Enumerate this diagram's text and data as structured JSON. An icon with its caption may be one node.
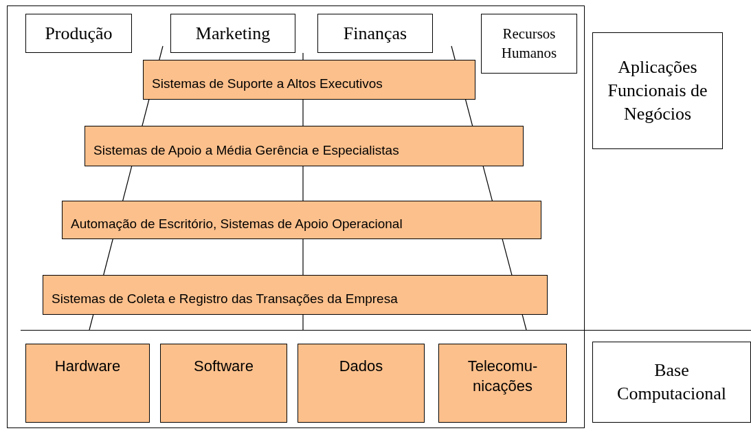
{
  "diagram": {
    "nodes": [
      {
        "text": [
          "Produção"
        ]
      },
      {
        "text": [
          "Marketing"
        ]
      },
      {
        "text": [
          "Finanças"
        ]
      },
      {
        "text": [
          "Recursos Humanos"
        ]
      },
      {
        "text": [
          "Aplicações Funcionais de Negócios"
        ]
      },
      {
        "text": [
          "Sistemas de Suporte a Altos Executivos"
        ]
      },
      {
        "text": [
          "Sistemas de Apoio a Média Gerência e Especialistas"
        ]
      },
      {
        "text": [
          "Automação de Escritório, Sistemas de Apoio Operacional"
        ]
      },
      {
        "text": [
          "Sistemas de Coleta e Registro das Transações da Empresa"
        ]
      },
      {
        "text": [
          "Hardware"
        ]
      },
      {
        "text": [
          "Software"
        ]
      },
      {
        "text": [
          "Dados"
        ]
      },
      {
        "text": [
          "Telecomu- nicações"
        ]
      },
      {
        "text": [
          "Base Computacional"
        ]
      }
    ]
  }
}
